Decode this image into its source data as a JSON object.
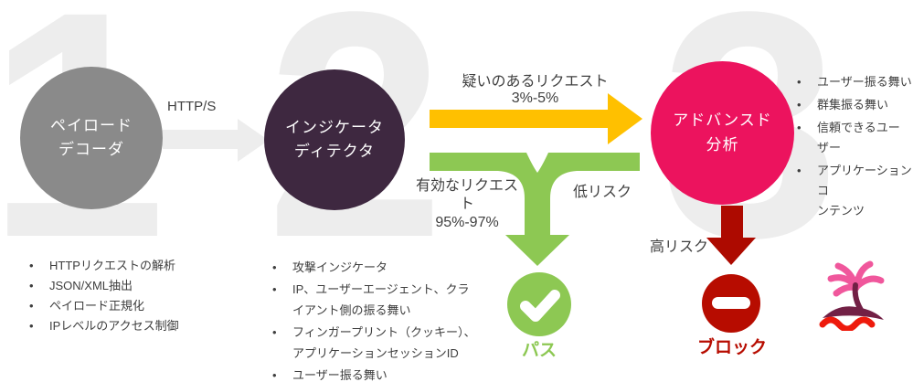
{
  "colors": {
    "step1_circle": "#8a8a8a",
    "step2_circle": "#3e2840",
    "step3_circle": "#ec135e",
    "neutral_arrow": "#ededed",
    "suspicious_arrow": "#ffc000",
    "valid_arrow": "#8dc853",
    "high_risk_arrow": "#ad0a00",
    "block_badge": "#b70c00",
    "pass_badge": "#8dc853",
    "watermark_number": "#ededed",
    "body_text": "#3f3f3f",
    "palm_frond": "#f0579c",
    "palm_trunk_island": "#722045",
    "palm_wave": "#ee1a0c"
  },
  "steps": [
    {
      "number": "1",
      "circle_label": "ペイロード\nデコーダ",
      "bullets": [
        "HTTPリクエストの解析",
        "JSON/XML抽出",
        "ペイロード正規化",
        "IPレベルのアクセス制御"
      ]
    },
    {
      "number": "2",
      "circle_label": "インジケータ\nディテクタ",
      "bullets": [
        "攻撃インジケータ",
        "IP、ユーザーエージェント、クラ\nイアント側の振る舞い",
        "フィンガープリント（クッキー）、\nアプリケーションセッションID",
        "ユーザー振る舞い"
      ]
    },
    {
      "number": "3",
      "circle_label": "アドバンスド\n分析",
      "bullets": [
        "ユーザー振る舞い",
        "群集振る舞い",
        "信頼できるユー\nザー",
        "アプリケーションコ\nンテンツ"
      ]
    }
  ],
  "flows": {
    "http_label": "HTTP/S",
    "suspicious_label": "疑いのあるリクエスト 3%-5%",
    "valid_label": "有効なリクエスト\n95%-97%",
    "low_risk_label": "低リスク",
    "high_risk_label": "高リスク"
  },
  "outcomes": {
    "pass_label": "パス",
    "block_label": "ブロック"
  }
}
